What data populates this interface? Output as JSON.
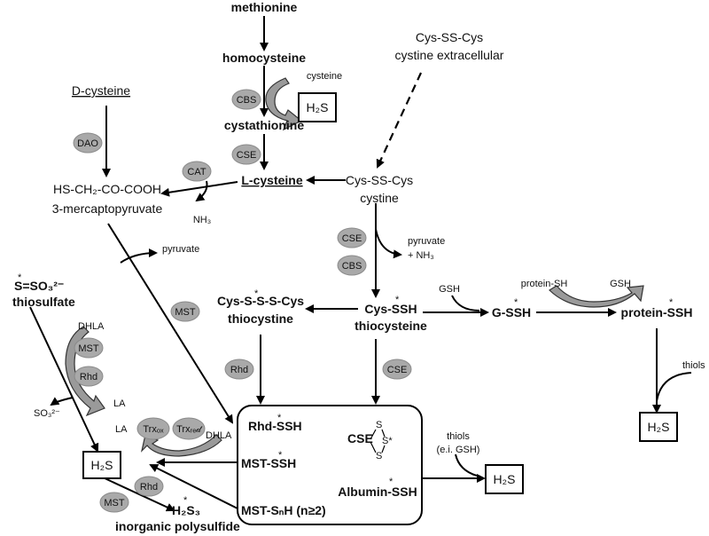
{
  "nodes": {
    "methionine": "methionine",
    "homocysteine": "homocysteine",
    "cysteine_small": "cysteine",
    "cystathionine": "cystathionine",
    "cysss_top": "Cys-SS-Cys",
    "cystine_extracellular": "cystine extracellular",
    "d_cysteine": "D-cysteine",
    "l_cysteine": "L-cysteine",
    "hs_ch2": "HS-CH₂-CO-COOH",
    "mercaptopyruvate": "3-mercaptopyruvate",
    "nh3_1": "NH₃",
    "cysss_mid": "Cys-SS-Cys",
    "cystine": "cystine",
    "pyruvate_1": "pyruvate",
    "pyruvate_2": "pyruvate",
    "nh3_2": "+ NH₃",
    "thiosulfate_formula": "S=SO₃²⁻",
    "thiosulfate": "thiosulfate",
    "dhla_1": "DHLA",
    "so3": "SO₃²⁻",
    "la_1": "LA",
    "la_2": "LA",
    "dhla_2": "DHLA",
    "thiocystine_formula": "Cys-S-S-S-Cys",
    "thiocystine": "thiocystine",
    "cys_ssh": "Cys-SSH",
    "thiocysteine": "thiocysteine",
    "gsh_1": "GSH",
    "protein_sh": "protein-SH",
    "gsh_2": "GSH",
    "g_ssh": "G-SSH",
    "protein_ssh": "protein-SSH",
    "thiols_1": "thiols",
    "rhd_ssh": "Rhd-SSH",
    "mst_ssh": "MST-SSH",
    "mst_snh": "MST-SₙH (n≥2)",
    "cse_ring": "CSE",
    "ring_s1": "S",
    "ring_s2": "S*",
    "ring_s3": "S",
    "albumin_ssh": "Albumin-SSH",
    "thiols_2": "thiols",
    "eg_gsh": "(e.i. GSH)",
    "h2s3": "H₂S₃",
    "inorganic_polysulfide": "inorganic polysulfide"
  },
  "h2s_boxes": [
    "H₂S",
    "H₂S",
    "H₂S",
    "H₂S"
  ],
  "enzymes": {
    "cbs_1": "CBS",
    "cse_1": "CSE",
    "dao": "DAO",
    "cat": "CAT",
    "cse_2": "CSE",
    "cbs_2": "CBS",
    "mst_1": "MST",
    "mst_2": "MST",
    "rhd_1": "Rhd",
    "trx_ox": "Trxₒₓ",
    "trx_red": "Trxᵣₑ𝒹",
    "rhd_2": "Rhd",
    "cse_3": "CSE",
    "rhd_3": "Rhd",
    "mst_3": "MST"
  },
  "marker": "*",
  "colors": {
    "enzyme_fill": "#a9a9a9",
    "curved_arrow_fill": "#9a9a9a",
    "line": "#000000"
  }
}
